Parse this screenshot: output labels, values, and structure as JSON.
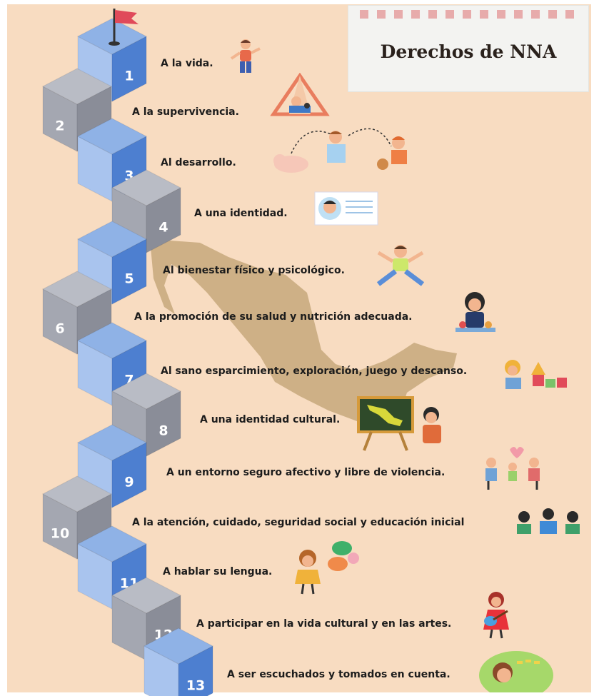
{
  "title": "Derechos de NNA",
  "rights": [
    {
      "n": "1",
      "text": "A la vida."
    },
    {
      "n": "2",
      "text": "A la supervivencia."
    },
    {
      "n": "3",
      "text": "Al desarrollo."
    },
    {
      "n": "4",
      "text": "A una identidad."
    },
    {
      "n": "5",
      "text": "Al bienestar físico y psicológico."
    },
    {
      "n": "6",
      "text": "A la promoción de su salud y nutrición adecuada."
    },
    {
      "n": "7",
      "text": "Al sano esparcimiento, exploración, juego y descanso."
    },
    {
      "n": "8",
      "text": "A una identidad cultural."
    },
    {
      "n": "9",
      "text": "A un entorno seguro afectivo y libre de violencia."
    },
    {
      "n": "10",
      "text": "A la atención, cuidado, seguridad social y educación inicial"
    },
    {
      "n": "11",
      "text": "A hablar su lengua."
    },
    {
      "n": "12",
      "text": "A participar en la vida cultural y en las artes."
    },
    {
      "n": "13",
      "text": "A ser escuchados y tomados en cuenta."
    }
  ],
  "colors": {
    "background": "#f8dcc1",
    "blue_top": "#8fb2e6",
    "blue_left": "#a9c4ee",
    "blue_right": "#4d7fd0",
    "gray_top": "#b9bcc5",
    "gray_left": "#a4a7b1",
    "gray_right": "#8a8d98",
    "map": "#c9ab7f"
  },
  "decorations": [
    "flag-icon",
    "child-icon",
    "tent-icon",
    "baby-icon",
    "id-card-icon",
    "jumping-child-icon",
    "eating-child-icon",
    "toys-icon",
    "map-board-icon",
    "family-icon",
    "group-icon",
    "speech-bubbles-icon",
    "guitar-girl-icon",
    "listening-child-icon"
  ]
}
